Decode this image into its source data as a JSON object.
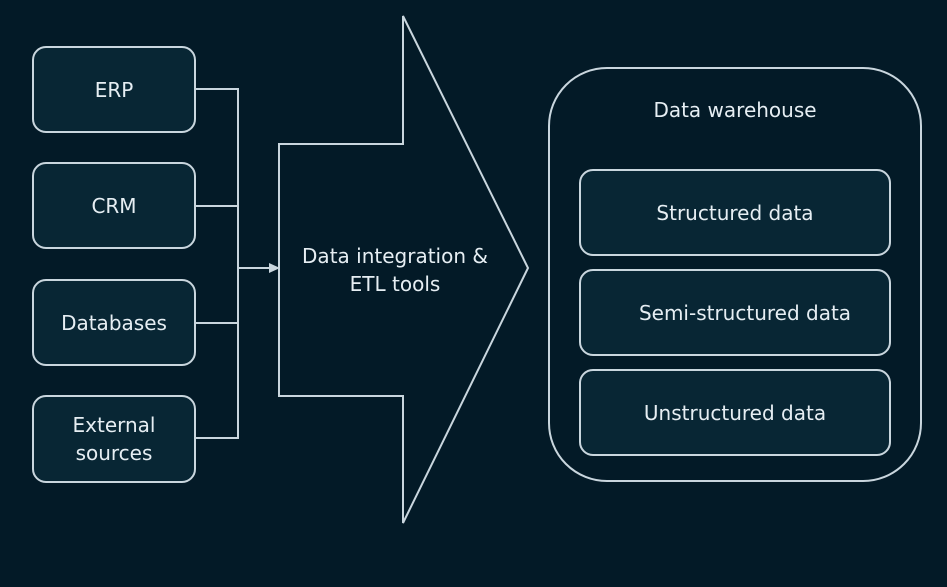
{
  "sources": {
    "erp": "ERP",
    "crm": "CRM",
    "databases": "Databases",
    "external": "External\nsources"
  },
  "etl": {
    "label": "Data integration &\nETL tools"
  },
  "warehouse": {
    "title": "Data warehouse",
    "items": {
      "structured": "Structured data",
      "semi": "Semi-structured data",
      "unstructured": "Unstructured data"
    }
  },
  "colors": {
    "background": "#031a27",
    "box_fill": "#082634",
    "stroke": "#c9d6de",
    "text": "#e6eef3"
  }
}
